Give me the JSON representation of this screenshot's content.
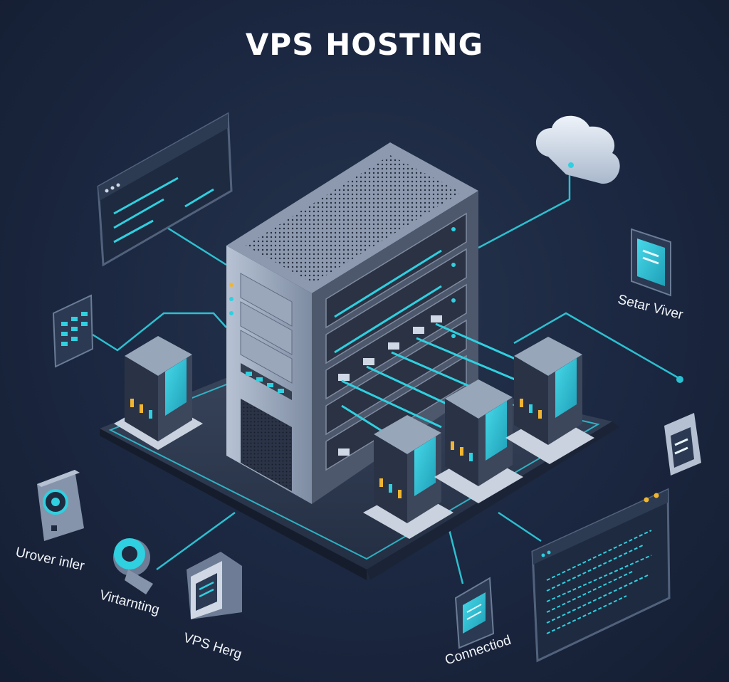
{
  "title": "VPS HOSTING",
  "labels": {
    "setar_viver": "Setar Viver",
    "urover_inler": "Urover inler",
    "virtarnting": "Virtarnting",
    "vps_herg": "VPS Herg",
    "connectiod": "Connectiod"
  },
  "colors": {
    "background": "#1b2740",
    "accent": "#2fd0e0",
    "server_body": "#3a4457",
    "server_light": "#a9b6c9",
    "cloud": "#dfe7f3",
    "led_yellow": "#f2b531",
    "led_cyan": "#2fd0e0"
  },
  "icons": [
    "browser-window-icon",
    "cloud-icon",
    "server-screen-icon",
    "grid-chip-icon",
    "disk-icon",
    "gear-icon",
    "document-icon",
    "terminal-window-icon",
    "config-icon"
  ]
}
